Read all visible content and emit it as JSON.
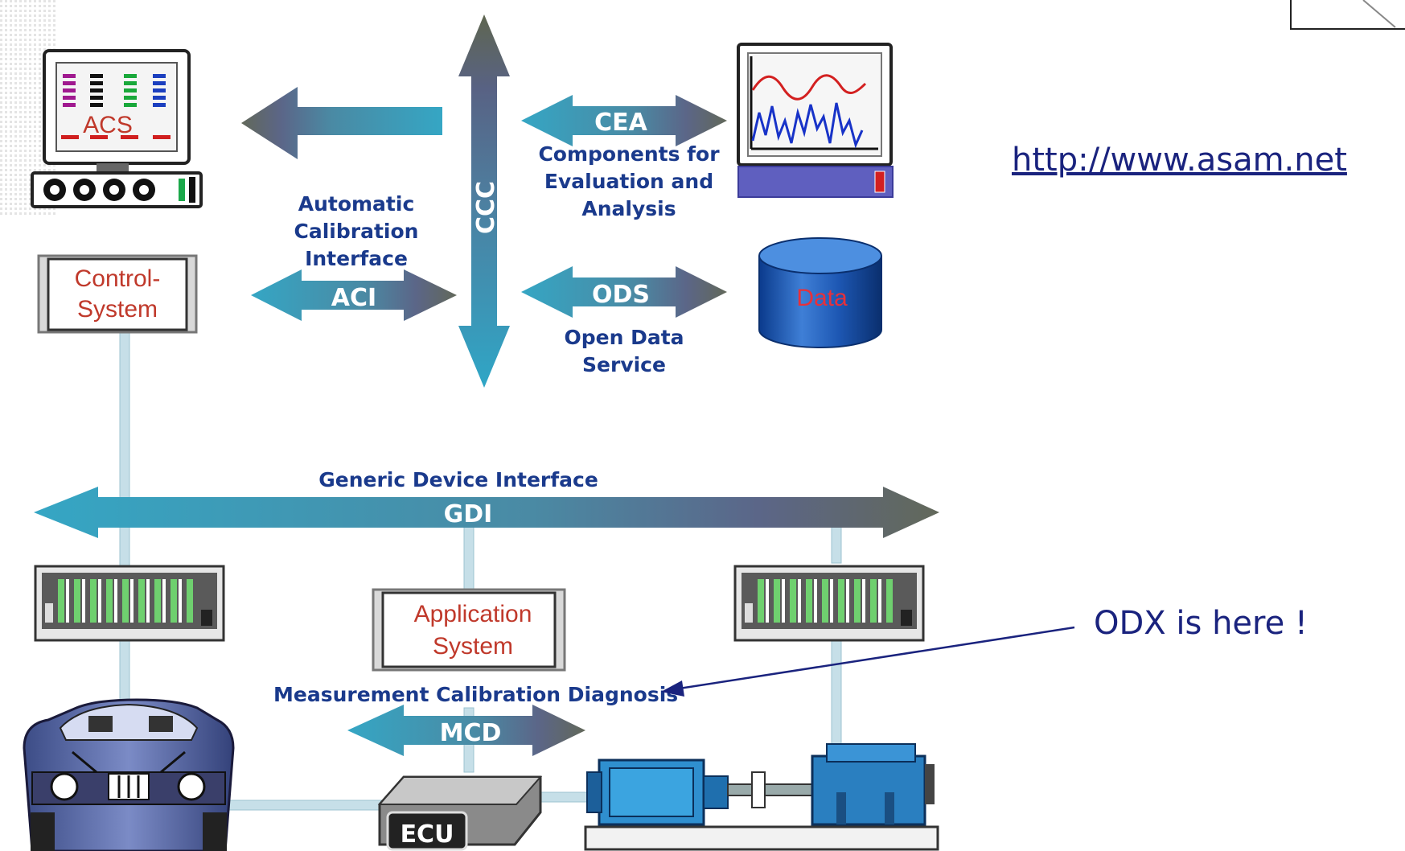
{
  "link": {
    "url_text": "http://www.asam.net"
  },
  "callout": {
    "text": "ODX is here !"
  },
  "diagram": {
    "acs_label": "ACS",
    "ccc_label": "CCC",
    "cea_label": "CEA",
    "cea_desc": [
      "Components for",
      "Evaluation and",
      "Analysis"
    ],
    "aci_desc": [
      "Automatic",
      "Calibration",
      "Interface"
    ],
    "aci_label": "ACI",
    "control_system": [
      "Control-",
      "System"
    ],
    "ods_label": "ODS",
    "ods_desc": [
      "Open Data",
      "Service"
    ],
    "data_label": "Data",
    "gdi_desc": "Generic Device Interface",
    "gdi_label": "GDI",
    "app_system": [
      "Application",
      "System"
    ],
    "mcd_desc": "Measurement Calibration  Diagnosis",
    "mcd_label": "MCD",
    "ecu_label": "ECU"
  },
  "colors": {
    "arrow_teal": "#2f9bb8",
    "arrow_dark": "#5f6a56",
    "arrow_slate": "#5a6b8c",
    "label_blue": "#1a3a8c",
    "label_red": "#c0392b",
    "link_blue": "#1a237e"
  }
}
